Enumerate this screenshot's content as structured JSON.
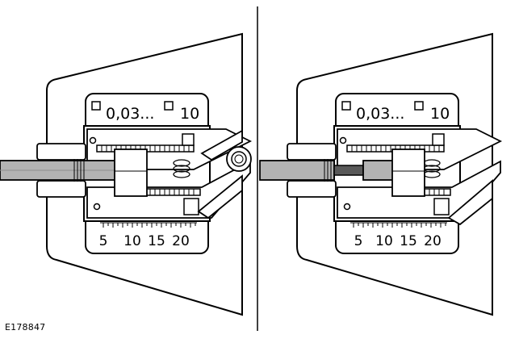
{
  "figure": {
    "reference": "E178847",
    "panels": [
      {
        "id": "left",
        "range_label": "0,03...",
        "max_label": "10",
        "scale_labels": [
          "5",
          "10",
          "15",
          "20"
        ]
      },
      {
        "id": "right",
        "range_label": "0,03...",
        "max_label": "10",
        "scale_labels": [
          "5",
          "10",
          "15",
          "20"
        ]
      }
    ]
  }
}
